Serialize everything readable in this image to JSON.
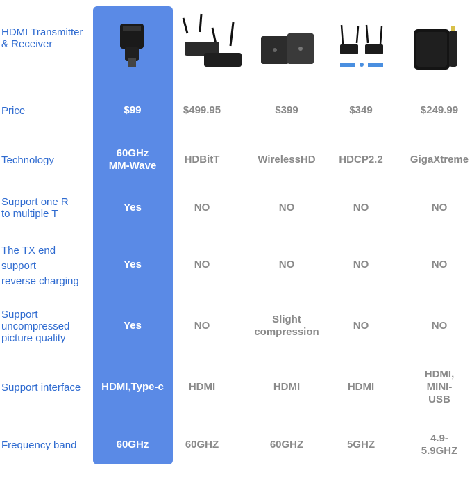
{
  "rows": [
    {
      "label": "HDMI Transmitter\n& Receiver",
      "ours": "",
      "comps": [
        "",
        "",
        "",
        ""
      ]
    },
    {
      "label": "Price",
      "ours": "$99",
      "comps": [
        "$499.95",
        "$399",
        "$349",
        "$249.99"
      ]
    },
    {
      "label": "Technology",
      "ours": "60GHz\nMM-Wave",
      "comps": [
        "HDBitT",
        "WirelessHD",
        "HDCP2.2",
        "GigaXtreme"
      ]
    },
    {
      "label": "Support one R\nto multiple T",
      "ours": "Yes",
      "comps": [
        "NO",
        "NO",
        "NO",
        "NO"
      ]
    },
    {
      "label": "The TX end\nsupport\nreverse charging",
      "ours": "Yes",
      "comps": [
        "NO",
        "NO",
        "NO",
        "NO"
      ]
    },
    {
      "label": "Support\nuncompressed\npicture quality",
      "ours": "Yes",
      "comps": [
        "NO",
        "Slight\ncompression",
        "NO",
        "NO"
      ]
    },
    {
      "label": "Support interface",
      "ours": "HDMI,Type-c",
      "comps": [
        "HDMI",
        "HDMI",
        "HDMI",
        "HDMI,\nMINI-USB"
      ]
    },
    {
      "label": "Frequency band",
      "ours": "60GHz",
      "comps": [
        "60GHZ",
        "60GHZ",
        "5GHZ",
        "4.9-5.9GHZ"
      ]
    }
  ],
  "colors": {
    "highlight": "#5a8ae6",
    "label": "#2f6bd0",
    "competitor_text": "#8a8a8a"
  },
  "product_images": [
    "usb-dongle-device",
    "dual-antenna-extender-pair",
    "black-box-receiver",
    "dual-antenna-router-pair",
    "router-with-dongle"
  ]
}
